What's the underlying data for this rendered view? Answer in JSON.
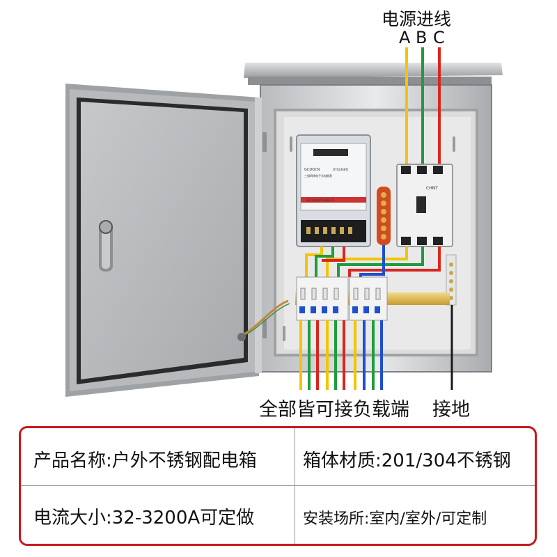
{
  "labels": {
    "power_input": "电源进线",
    "phases": [
      "A",
      "B",
      "C"
    ],
    "load_terminals": "全部皆可接负载端",
    "ground": "接地"
  },
  "meter": {
    "brand": "GCDQCN",
    "model": "DTS2368型",
    "name": "三相四线电子式电能表",
    "maker": "浙江谷灿电气有限公司"
  },
  "breaker_brand": "CHNT",
  "specs": {
    "product_name": "产品名称:户外不锈钢配电箱",
    "material": "箱体材质:201/304不锈钢",
    "current": "电流大小:32-3200A可定做",
    "location": "安装场所:室内/室外/可定制"
  },
  "colors": {
    "border": "#c8191e",
    "wire_yellow": "#f2c500",
    "wire_green": "#1f9c3c",
    "wire_red": "#d8261e",
    "wire_blue": "#1f4fcf"
  }
}
